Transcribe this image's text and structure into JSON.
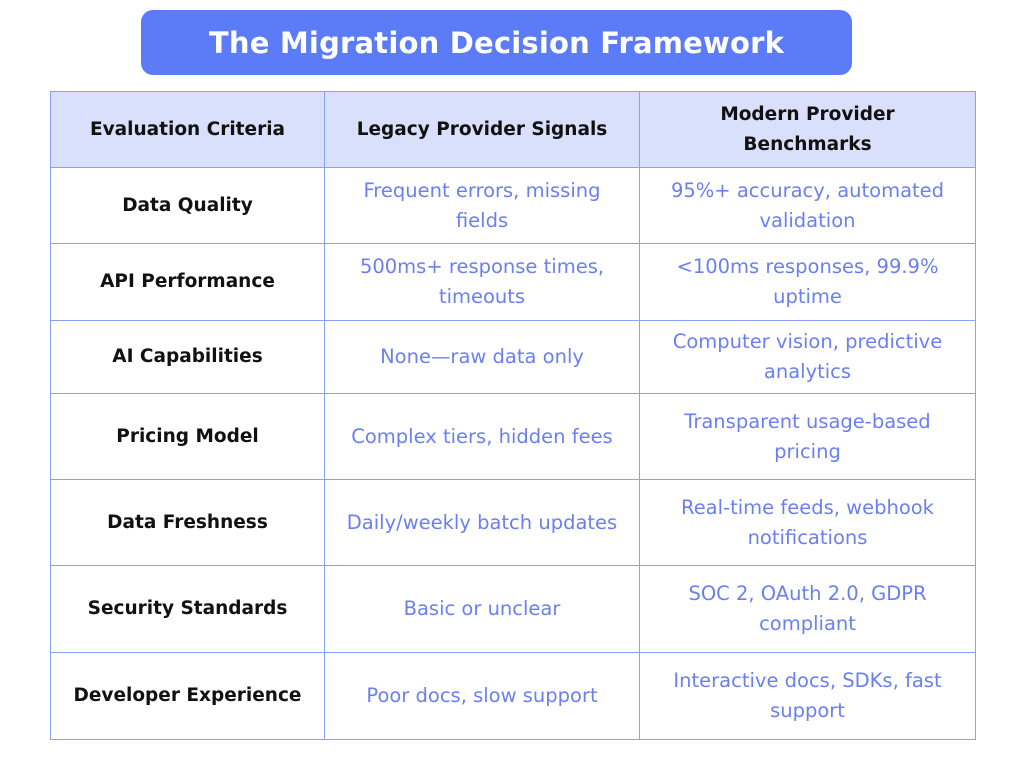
{
  "title": "The Migration Decision Framework",
  "table": {
    "headers": [
      "Evaluation Criteria",
      "Legacy Provider Signals",
      "Modern Provider Benchmarks"
    ],
    "rows": [
      {
        "criteria": "Data Quality",
        "legacy": "Frequent errors, missing fields",
        "modern": "95%+ accuracy, automated validation"
      },
      {
        "criteria": "API Performance",
        "legacy": "500ms+ response times, timeouts",
        "modern": "<100ms responses, 99.9% uptime"
      },
      {
        "criteria": "AI Capabilities",
        "legacy": "None—raw data only",
        "modern": "Computer vision, predictive analytics"
      },
      {
        "criteria": "Pricing Model",
        "legacy": "Complex tiers, hidden fees",
        "modern": "Transparent usage-based pricing"
      },
      {
        "criteria": "Data Freshness",
        "legacy": "Daily/weekly batch updates",
        "modern": "Real-time feeds, webhook notifications"
      },
      {
        "criteria": "Security Standards",
        "legacy": "Basic or unclear",
        "modern": "SOC 2, OAuth 2.0, GDPR compliant"
      },
      {
        "criteria": "Developer Experience",
        "legacy": "Poor docs, slow support",
        "modern": "Interactive docs, SDKs, fast support"
      }
    ]
  },
  "colors": {
    "banner": "#5b7cf6",
    "header_bg": "#d9e0fb",
    "border": "#8aa0f4",
    "value_text": "#6b7ff0"
  }
}
